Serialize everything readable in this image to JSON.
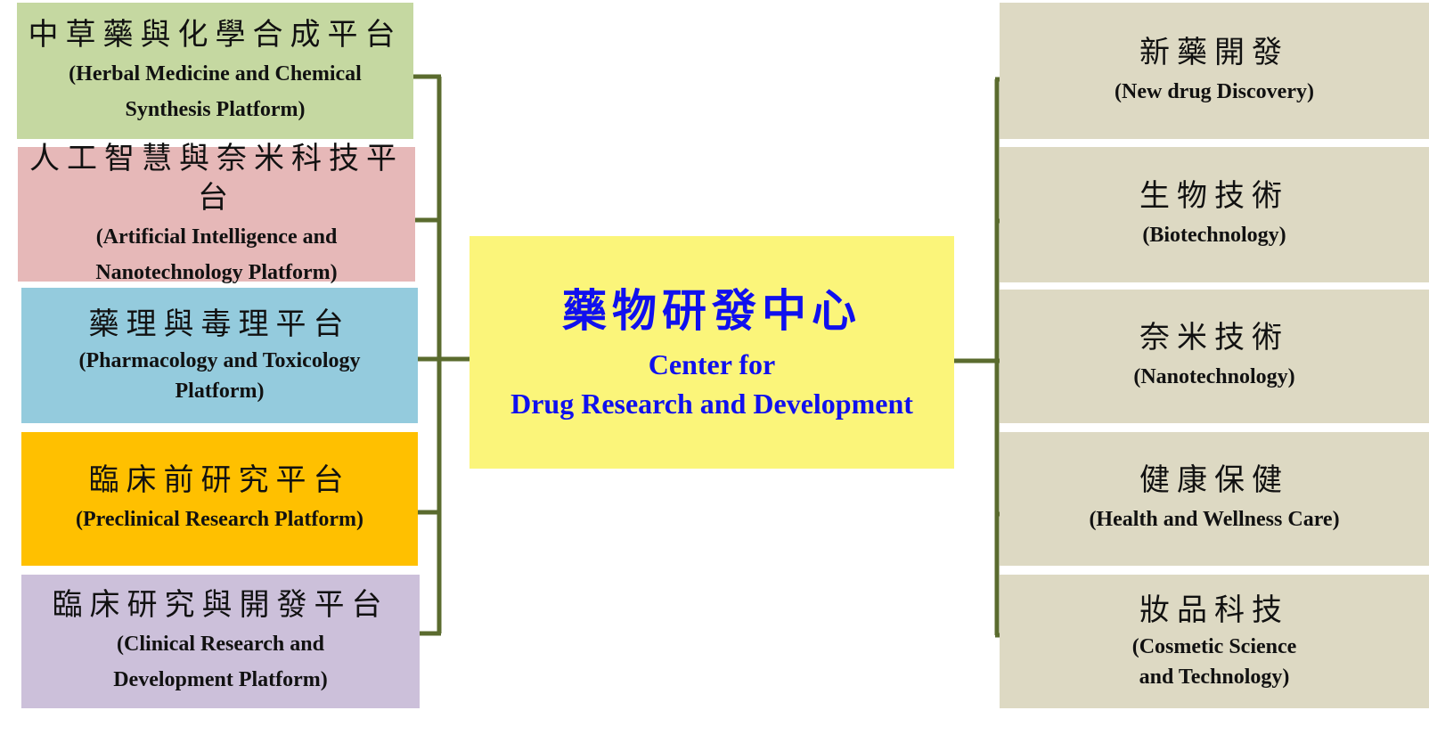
{
  "center": {
    "title_zh": "藥物研發中心",
    "title_en_line1": "Center for",
    "title_en_line2": "Drug Research and Development",
    "color": "#1010ee",
    "bg": "#fbf57a"
  },
  "platforms": [
    {
      "zh": "中草藥與化學合成平台",
      "en_line1": "(Herbal Medicine and Chemical",
      "en_line2": "Synthesis Platform)",
      "bg": "#c5d8a1"
    },
    {
      "zh": "人工智慧與奈米科技平台",
      "en_line1": "(Artificial Intelligence and",
      "en_line2": "Nanotechnology Platform)",
      "bg": "#e6b8b8"
    },
    {
      "zh": "藥理與毒理平台",
      "en_line1": "(Pharmacology and Toxicology",
      "en_line2": "Platform)",
      "bg": "#94cbdd"
    },
    {
      "zh": "臨床前研究平台",
      "en_line1": "(Preclinical Research Platform)",
      "en_line2": "",
      "bg": "#ffc000"
    },
    {
      "zh": "臨床研究與開發平台",
      "en_line1": "(Clinical Research and",
      "en_line2": "Development Platform)",
      "bg": "#ccc0da"
    }
  ],
  "fields": [
    {
      "zh": "新藥開發",
      "en_line1": "(New drug Discovery)",
      "en_line2": ""
    },
    {
      "zh": "生物技術",
      "en_line1": "(Biotechnology)",
      "en_line2": ""
    },
    {
      "zh": "奈米技術",
      "en_line1": "(Nanotechnology)",
      "en_line2": ""
    },
    {
      "zh": "健康保健",
      "en_line1": "(Health and Wellness Care)",
      "en_line2": ""
    },
    {
      "zh": "妝品科技",
      "en_line1": "(Cosmetic Science",
      "en_line2": "and Technology)"
    }
  ],
  "colors": {
    "field_bg": "#ddd9c3",
    "connector": "#5a6b2e"
  }
}
